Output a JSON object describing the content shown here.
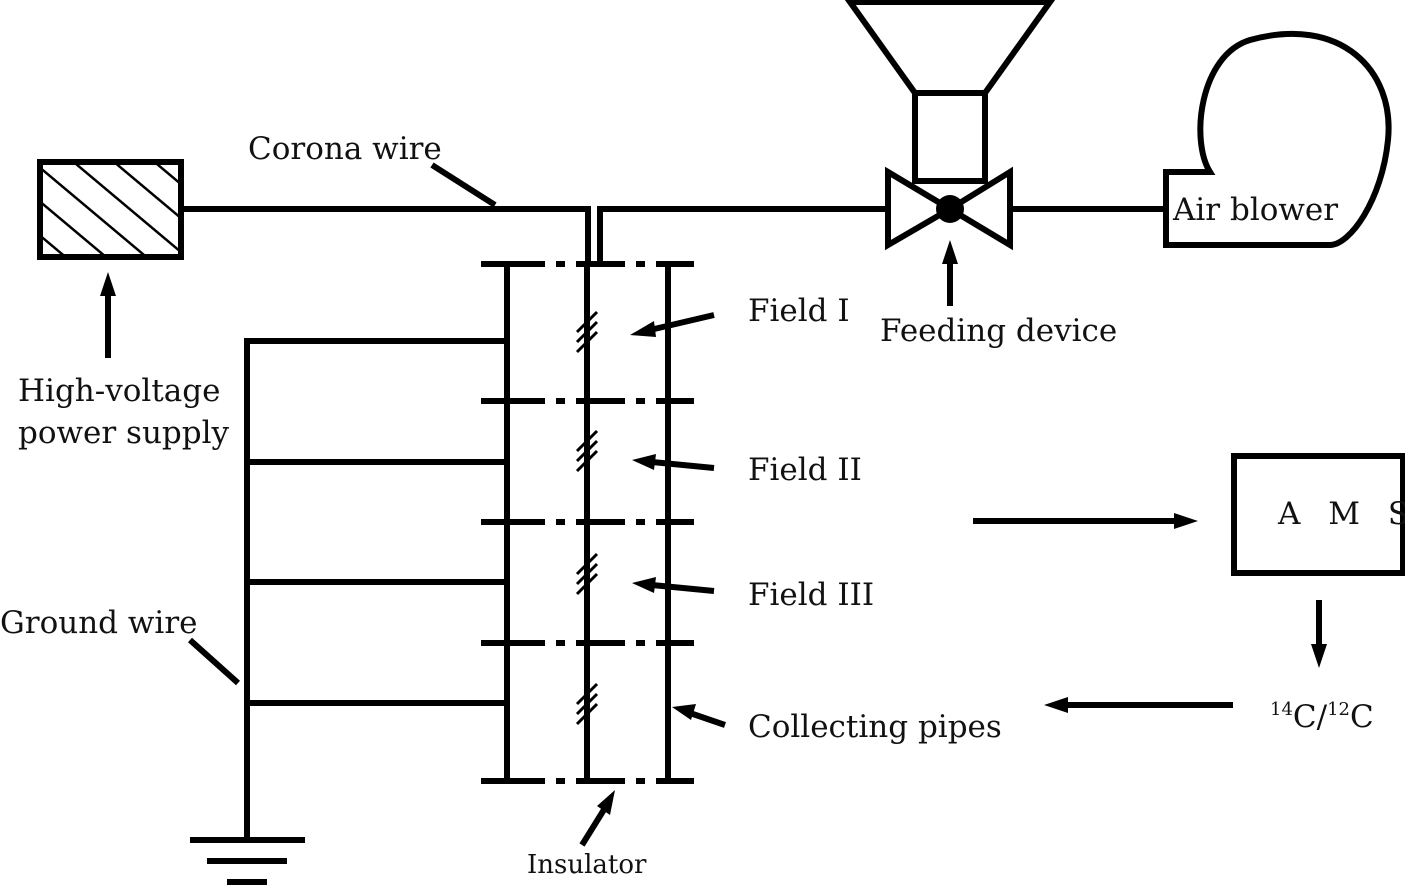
{
  "labels": {
    "corona_wire": "Corona wire",
    "power_supply_line1": "High-voltage",
    "power_supply_line2": "power supply",
    "feeding_device": "Feeding device",
    "air_blower": "Air blower",
    "field_1": "Field I",
    "field_2": "Field II",
    "field_3": "Field III",
    "ground_wire": "Ground wire",
    "collecting_pipes": "Collecting pipes",
    "insulator": "Insulator",
    "ams": "A M S",
    "ratio": {
      "c14_mass": "14",
      "c14_sep": "C/",
      "c12_mass": "12",
      "c12_sym": "C"
    }
  },
  "icons": {
    "power_supply": "hatched-box-icon",
    "hopper": "hopper-funnel-icon",
    "valve": "butterfly-valve-icon",
    "blower": "blower-volute-icon",
    "ground": "ground-symbol-icon"
  }
}
